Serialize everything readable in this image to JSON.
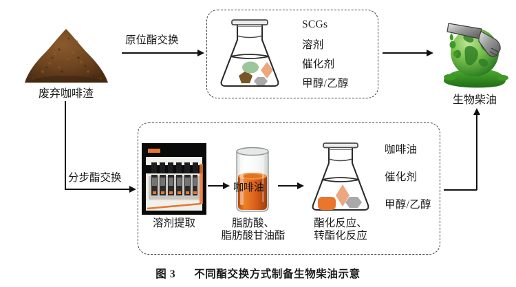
{
  "figure": {
    "caption_number": "图 3",
    "caption_text": "不同酯交换方式制备生物柴油示意"
  },
  "nodes": {
    "feedstock": {
      "label": "废弃咖啡渣",
      "icon": "coffee-grounds-pile",
      "color": "#6b4423"
    },
    "product": {
      "label": "生物柴油",
      "icon": "green-earth-fuel-nozzle",
      "color": "#4fa23a"
    },
    "extractor": {
      "label": "溶剂提取",
      "icon": "soxhlet-extraction-apparatus"
    },
    "coffee_oil": {
      "label": "咖啡油",
      "caption": "脂肪酸、\n脂肪酸甘油酯",
      "icon": "beaker-coffee-oil",
      "color": "#e06a1b"
    },
    "reaction_flask": {
      "caption": "酯化反应、\n转酯化反应",
      "icon": "erlenmeyer-flask"
    },
    "insitu_flask": {
      "icon": "erlenmeyer-flask"
    }
  },
  "arrows": {
    "insitu": "原位酯交换",
    "stepwise": "分步酯交换"
  },
  "legends": {
    "insitu": {
      "items": [
        {
          "label": "SCGs",
          "shape": "pentagon",
          "color": "#7a5526"
        },
        {
          "label": "溶剂",
          "shape": "ellipse",
          "color": "#9cc79a"
        },
        {
          "label": "催化剂",
          "shape": "diamond",
          "color": "#eda67e"
        },
        {
          "label": "甲醇/乙醇",
          "shape": "hexagon",
          "color": "#a9a9a9"
        }
      ]
    },
    "stepwise": {
      "items": [
        {
          "label": "咖啡油",
          "shape": "roundrect",
          "color": "#e8762c"
        },
        {
          "label": "催化剂",
          "shape": "diamond",
          "color": "#eda67e"
        },
        {
          "label": "甲醇/乙醇",
          "shape": "hexagon",
          "color": "#a9a9a9"
        }
      ]
    }
  },
  "colors": {
    "line": "#111111",
    "dashed_border": "#3a3a3a",
    "background": "#ffffff"
  }
}
